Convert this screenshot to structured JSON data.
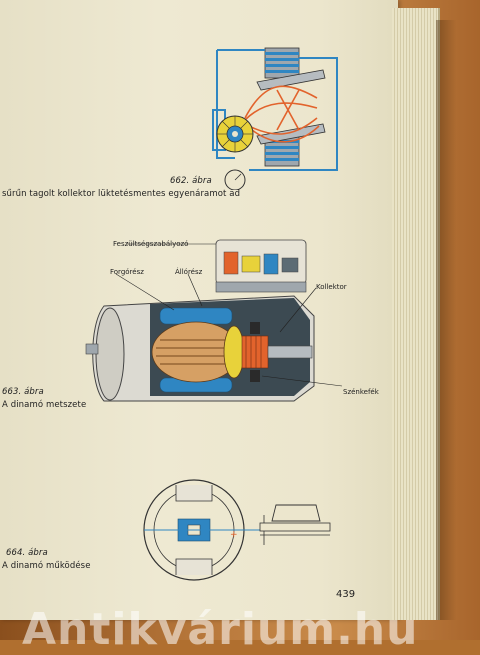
{
  "page": {
    "number": "439"
  },
  "figures": [
    {
      "number": "662. ábra",
      "caption": "sűrűn tagolt kollektor lüktetésmentes egyenáramot ad"
    },
    {
      "number": "663. ábra",
      "caption": "A dinamó metszete",
      "labels": {
        "regulator": "Feszültségszabályozó",
        "rotor": "Forgórész",
        "stator": "Állórész",
        "commutator": "Kollektor",
        "brushes": "Szénkefék"
      }
    },
    {
      "number": "664. ábra",
      "caption": "A dinamó működése"
    }
  ],
  "watermark": "Antikvárium.hu",
  "colors": {
    "paper": "#ece6cd",
    "diagram_blue": "#2f86c2",
    "diagram_orange": "#e2632c",
    "diagram_yellow": "#e8d23a",
    "ink": "#222222"
  }
}
